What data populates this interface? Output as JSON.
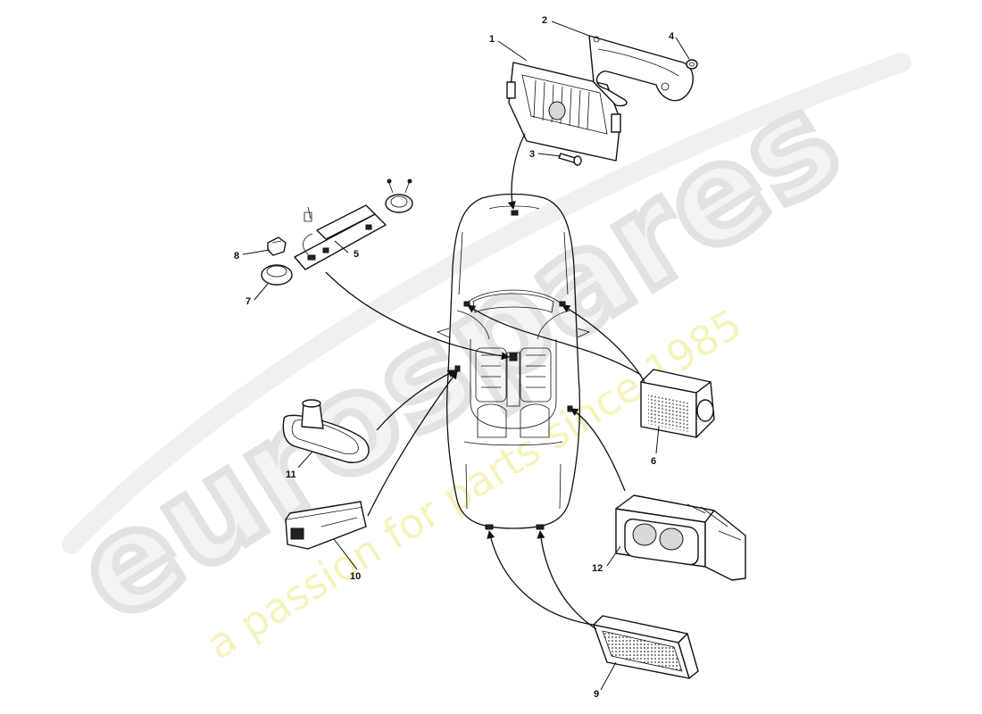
{
  "watermark": {
    "brand": "eurospares",
    "tagline": "a passion for parts since 1985"
  },
  "callouts": {
    "c1": "1",
    "c2": "2",
    "c3": "3",
    "c4": "4",
    "c5": "5",
    "c6": "6",
    "c7": "7",
    "c8": "8",
    "c9": "9",
    "c10": "10",
    "c11": "11",
    "c12": "12"
  }
}
